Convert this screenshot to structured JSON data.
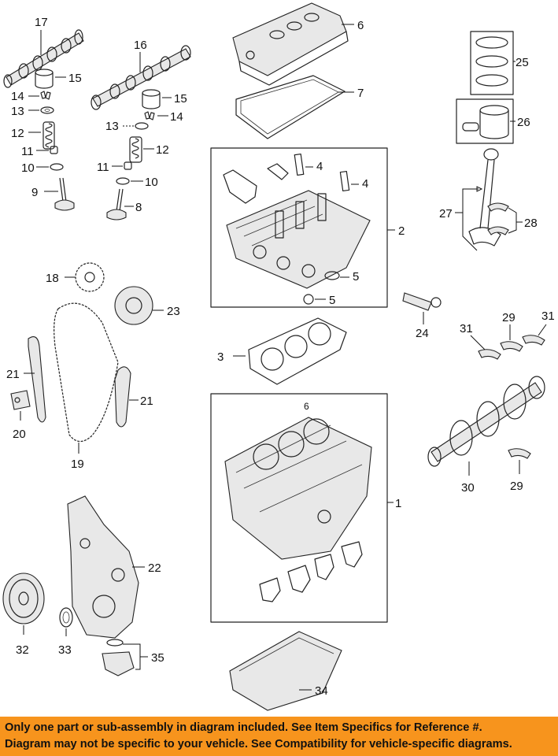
{
  "callouts": {
    "c1": "1",
    "c2": "2",
    "c3": "3",
    "c4a": "4",
    "c4b": "4",
    "c5a": "5",
    "c5b": "5",
    "c6": "6",
    "c7": "7",
    "c8": "8",
    "c9": "9",
    "c10a": "10",
    "c10b": "10",
    "c11a": "11",
    "c11b": "11",
    "c12a": "12",
    "c12b": "12",
    "c13a": "13",
    "c13b": "13",
    "c14a": "14",
    "c14b": "14",
    "c15a": "15",
    "c15b": "15",
    "c16": "16",
    "c17": "17",
    "c18": "18",
    "c19": "19",
    "c20": "20",
    "c21a": "21",
    "c21b": "21",
    "c22": "22",
    "c23": "23",
    "c24": "24",
    "c25": "25",
    "c26": "26",
    "c27": "27",
    "c28": "28",
    "c29a": "29",
    "c29b": "29",
    "c30": "30",
    "c31a": "31",
    "c31b": "31",
    "c32": "32",
    "c33": "33",
    "c34": "34",
    "c35": "35",
    "c6_box": "6"
  },
  "footer": {
    "line1": "Only one part or sub-assembly in diagram included. See Item Specifics for Reference #.",
    "line2": "Diagram may not be specific to your vehicle. See Compatibility for vehicle-specific diagrams."
  },
  "colors": {
    "banner": "#f7941d",
    "ink": "#222222"
  }
}
